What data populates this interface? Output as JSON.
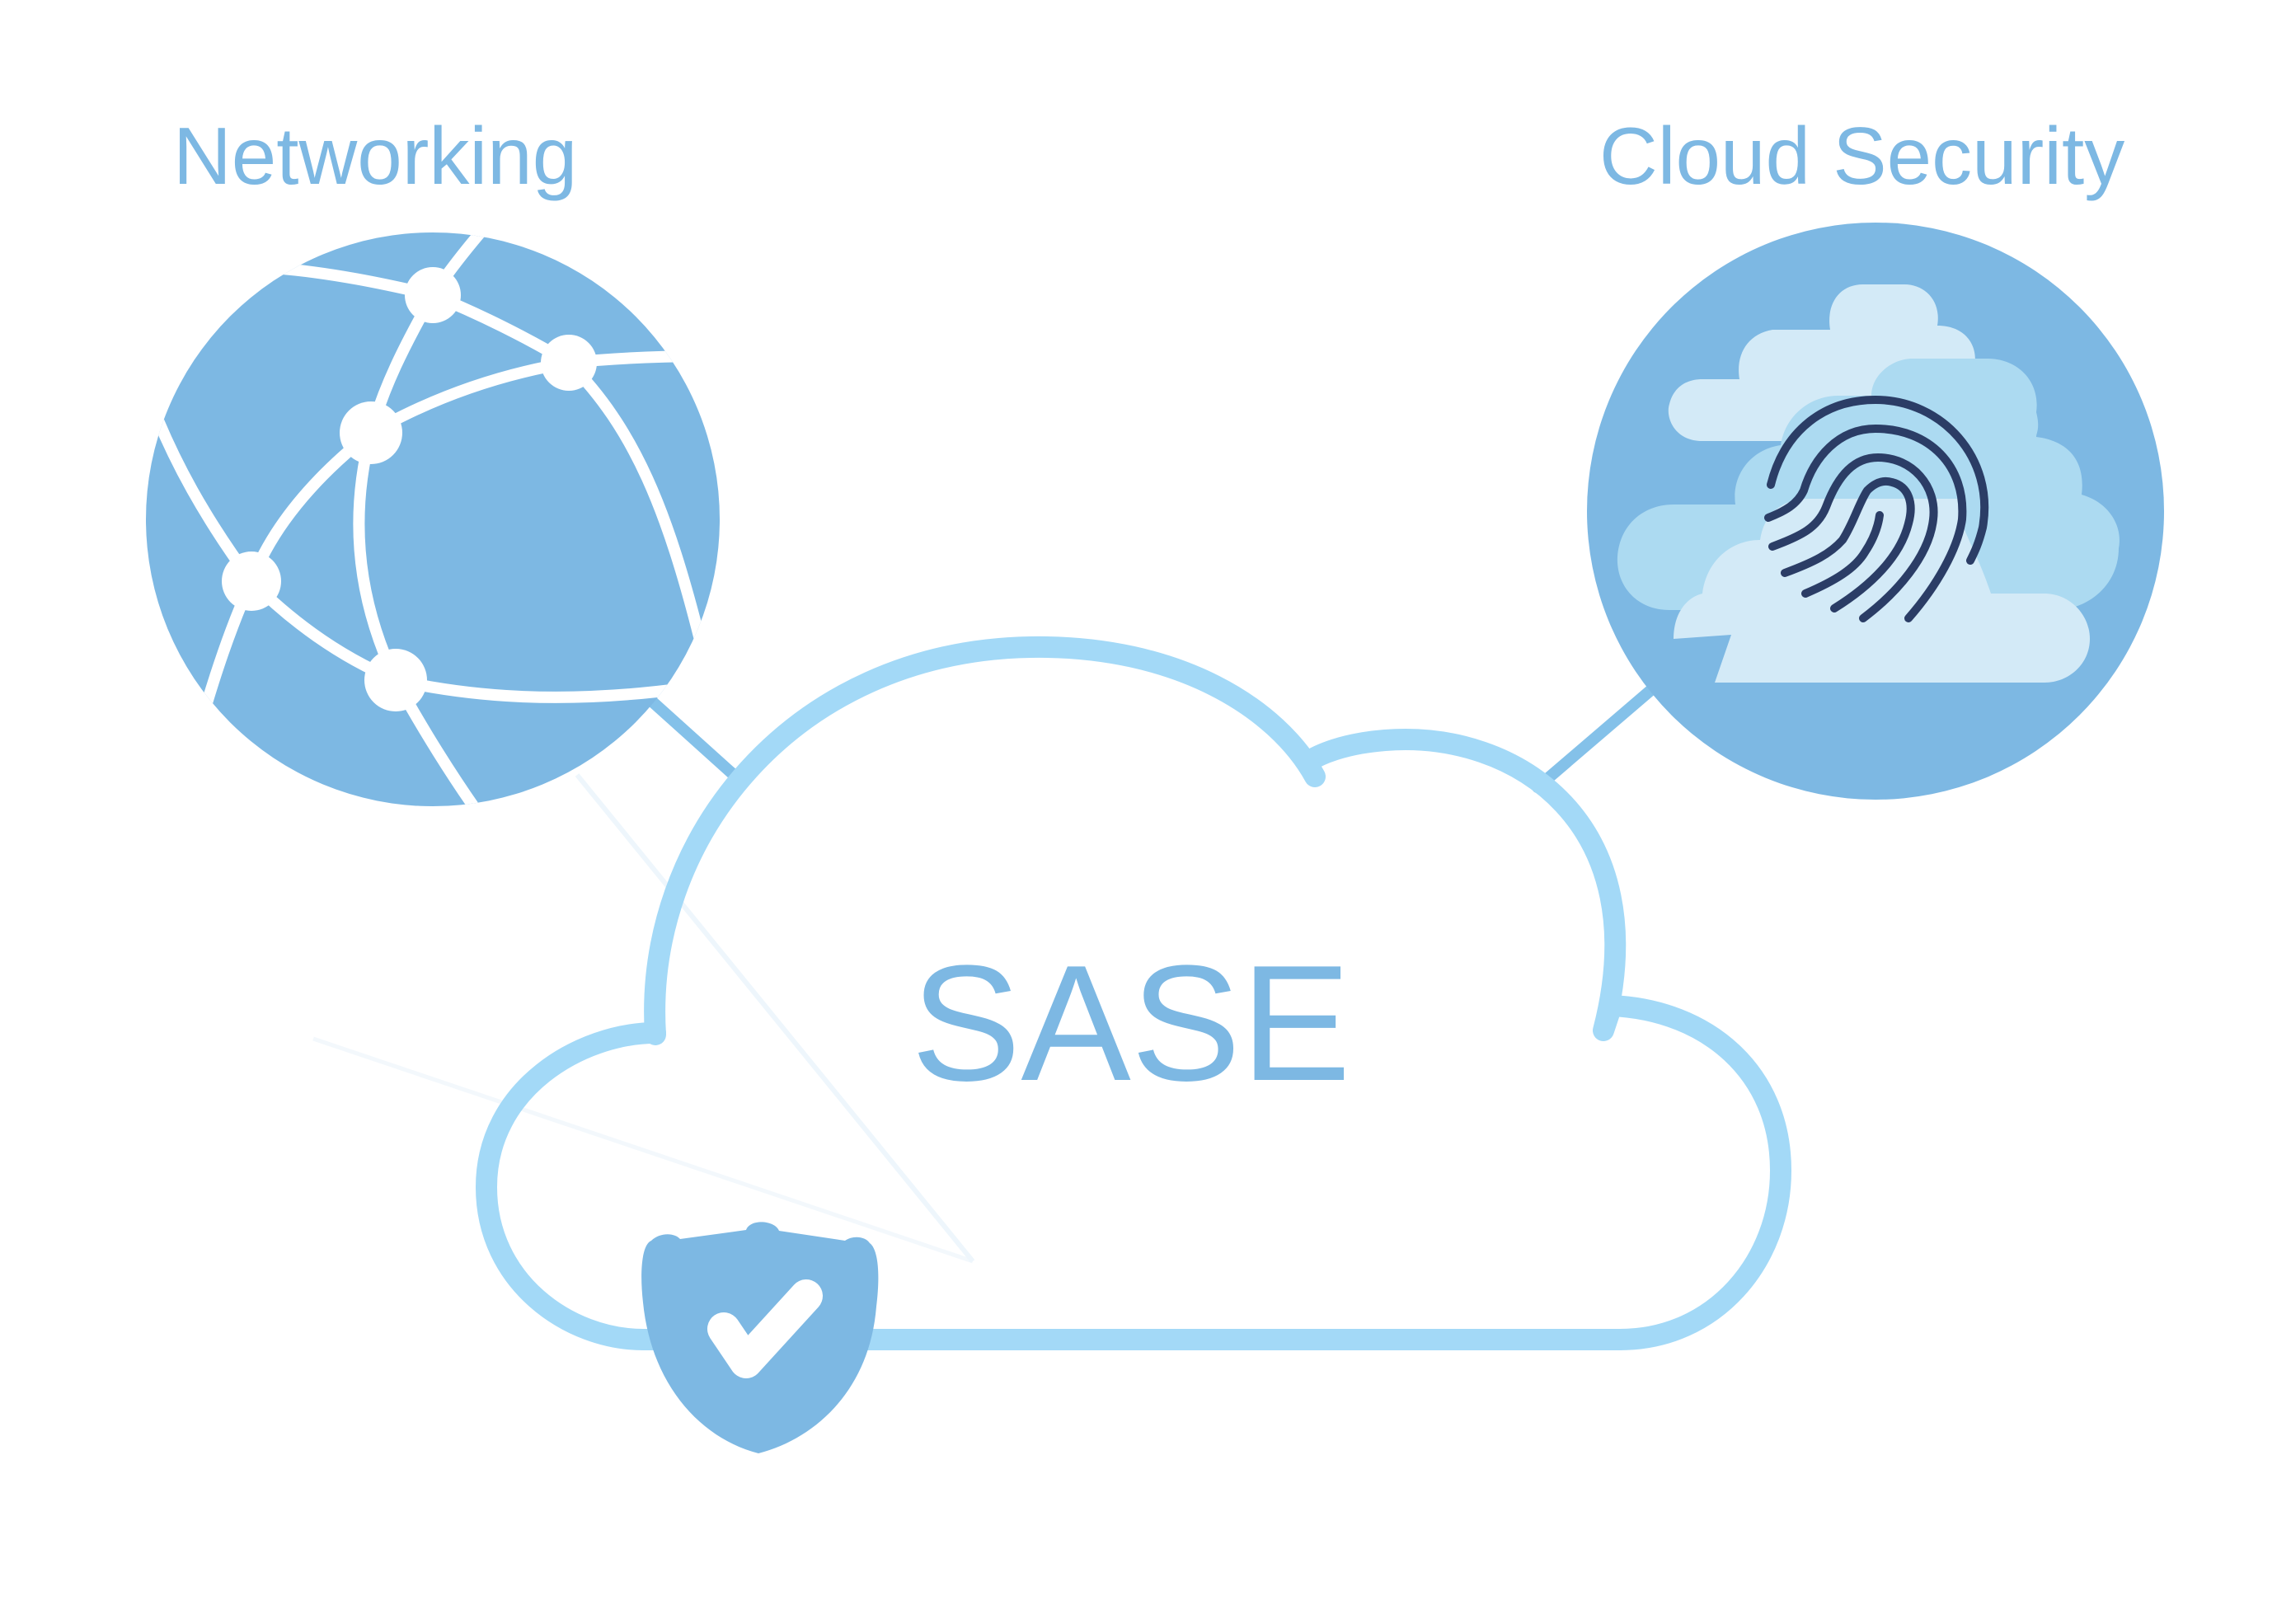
{
  "labels": {
    "left": "Networking",
    "right": "Cloud Security",
    "center": "SASE"
  },
  "icons": {
    "left": "globe-network-icon",
    "right": "fingerprint-cloud-icon",
    "center": "sase-cloud-icon",
    "badge": "shield-check-icon"
  },
  "colors": {
    "label_blue": "#7db8e3",
    "circle_fill": "#7db8e3",
    "cloud_outline": "#a3d9f7",
    "connector": "#84c1e9",
    "shield_fill": "#7db8e3",
    "fingerprint": "#2b3d66",
    "cloud_light": "#d3eaf7",
    "cloud_mid": "#acdaf1",
    "background": "#ffffff"
  }
}
